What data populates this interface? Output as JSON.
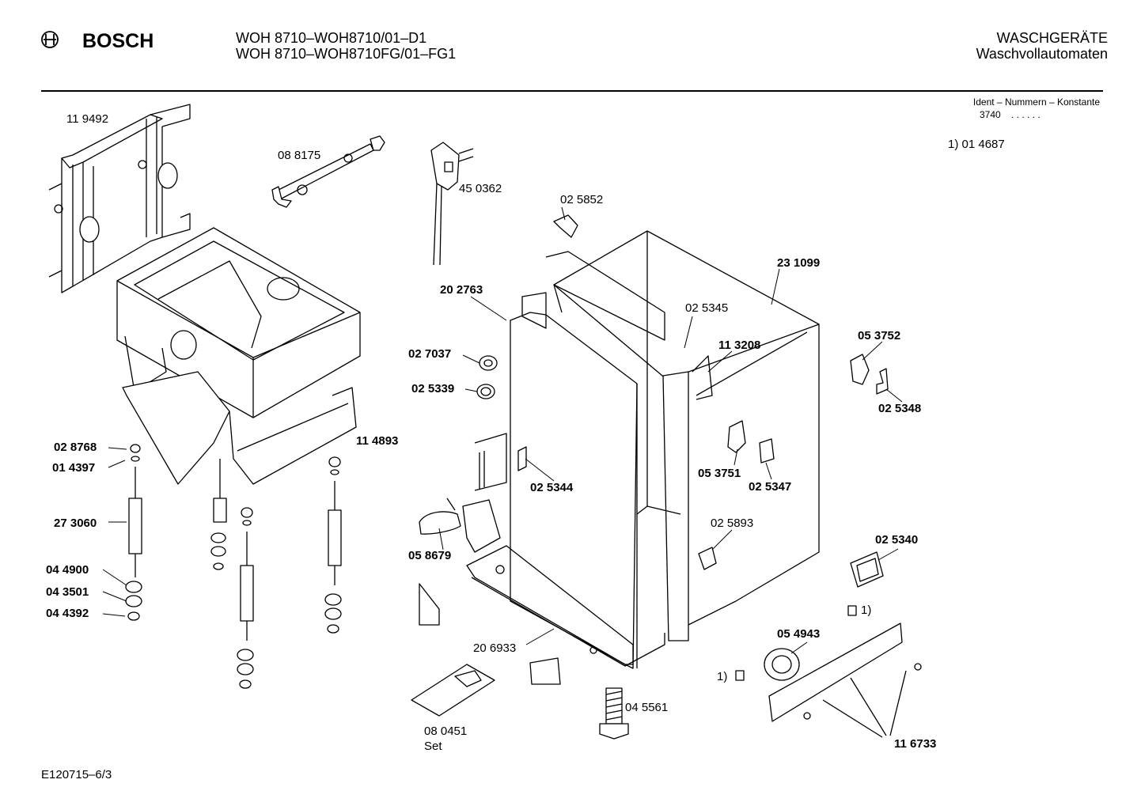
{
  "header": {
    "brand": "BOSCH",
    "model_line_1": "WOH 8710–WOH8710/01–D1",
    "model_line_2": "WOH 8710–WOH8710FG/01–FG1",
    "category": "WASCHGERÄTE",
    "subcategory": "Waschvollautomaten"
  },
  "ident": {
    "title": "Ident – Nummern – Konstante",
    "value": "3740",
    "dots": ". .   . . . .",
    "note": "1)  01 4687"
  },
  "parts": {
    "p119492": "11 9492",
    "p088175": "08 8175",
    "p450362": "45 0362",
    "p025852": "02 5852",
    "p231099": "23 1099",
    "p202763": "20 2763",
    "p025345": "02 5345",
    "p113208": "11 3208",
    "p053752": "05 3752",
    "p027037": "02 7037",
    "p025339": "02 5339",
    "p025348": "02 5348",
    "p028768": "02 8768",
    "p014397": "01 4397",
    "p114893": "11 4893",
    "p053751": "05 3751",
    "p025347": "02 5347",
    "p025344": "02 5344",
    "p273060": "27 3060",
    "p025893": "02 5893",
    "p058679": "05 8679",
    "p025340": "02 5340",
    "p044900": "04 4900",
    "p043501": "04 3501",
    "p044392": "04 4392",
    "foot_note": "1)",
    "p054943": "05 4943",
    "p206933": "20 6933",
    "cover_note": "1)",
    "p045561": "04 5561",
    "p080451": "08 0451",
    "p080451_set": "Set",
    "p116733": "11 6733"
  },
  "footer": {
    "drawing_id": "E120715–6/3"
  }
}
